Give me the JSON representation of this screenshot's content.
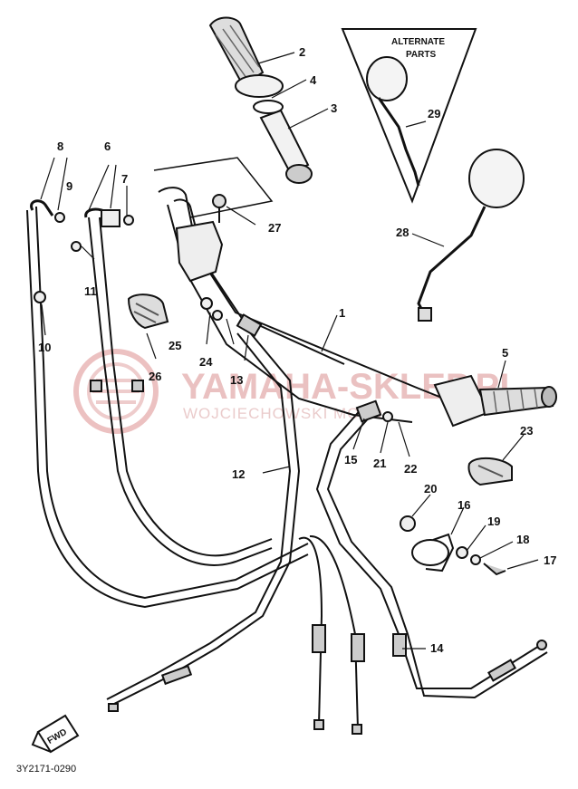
{
  "diagram": {
    "alternate_label_line1": "ALTERNATE",
    "alternate_label_line2": "PARTS",
    "fwd_label": "FWD",
    "drawing_code": "3Y2171-0290",
    "watermark_main": "YAMAHA-SKLEP.PL",
    "watermark_sub": "WOJCIECHOWSKI MOTO",
    "callouts": [
      {
        "id": "c1",
        "label": "1"
      },
      {
        "id": "c2",
        "label": "2"
      },
      {
        "id": "c3",
        "label": "3"
      },
      {
        "id": "c4",
        "label": "4"
      },
      {
        "id": "c5",
        "label": "5"
      },
      {
        "id": "c6",
        "label": "6"
      },
      {
        "id": "c7",
        "label": "7"
      },
      {
        "id": "c8",
        "label": "8"
      },
      {
        "id": "c9",
        "label": "9"
      },
      {
        "id": "c10",
        "label": "10"
      },
      {
        "id": "c11",
        "label": "11"
      },
      {
        "id": "c12",
        "label": "12"
      },
      {
        "id": "c13",
        "label": "13"
      },
      {
        "id": "c14",
        "label": "14"
      },
      {
        "id": "c15",
        "label": "15"
      },
      {
        "id": "c16",
        "label": "16"
      },
      {
        "id": "c17",
        "label": "17"
      },
      {
        "id": "c18",
        "label": "18"
      },
      {
        "id": "c19",
        "label": "19"
      },
      {
        "id": "c20",
        "label": "20"
      },
      {
        "id": "c21",
        "label": "21"
      },
      {
        "id": "c22",
        "label": "22"
      },
      {
        "id": "c23",
        "label": "23"
      },
      {
        "id": "c24",
        "label": "24"
      },
      {
        "id": "c25",
        "label": "25"
      },
      {
        "id": "c26",
        "label": "26"
      },
      {
        "id": "c27",
        "label": "27"
      },
      {
        "id": "c28",
        "label": "28"
      },
      {
        "id": "c29",
        "label": "29"
      }
    ]
  }
}
